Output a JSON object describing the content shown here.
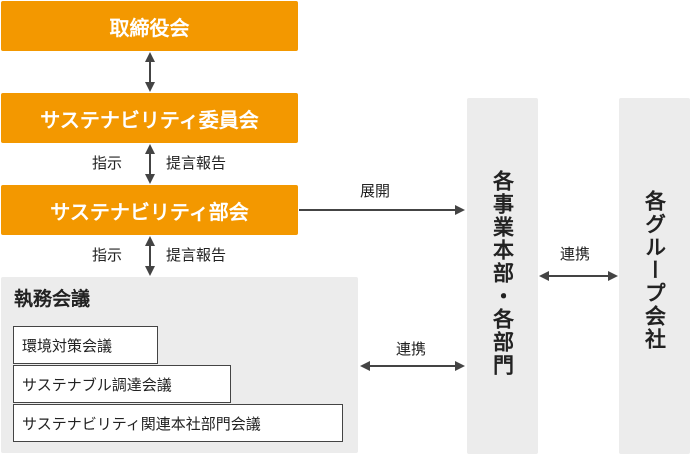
{
  "boxes": {
    "board": "取締役会",
    "committee": "サステナビリティ委員会",
    "subcommittee": "サステナビリティ部会"
  },
  "exec_panel": {
    "title": "執務会議",
    "items": [
      "環境対策会議",
      "サステナブル調達会議",
      "サステナビリティ関連本社部門会議"
    ]
  },
  "divisions": "各事業本部・各部門",
  "group_companies": "各グループ会社",
  "labels": {
    "instruction_1": "指示",
    "report_1": "提言報告",
    "instruction_2": "指示",
    "report_2": "提言報告",
    "deploy": "展開",
    "cooperation_1": "連携",
    "cooperation_2": "連携"
  },
  "colors": {
    "orange": "#f39800",
    "panel_gray": "#ececec",
    "arrow": "#444444"
  }
}
